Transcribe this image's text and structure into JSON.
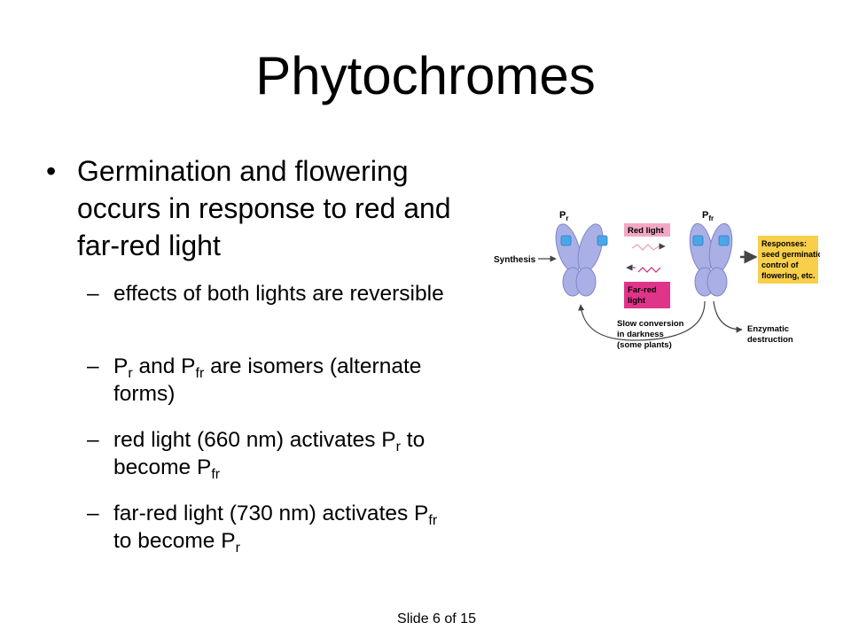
{
  "slide": {
    "title": "Phytochromes",
    "bullet": "Germination and flowering occurs in response to red and far-red light",
    "bullet_marker": "•",
    "dash": "–",
    "subbullets": [
      {
        "text": "effects of both lights are reversible"
      },
      {
        "p1": "P",
        "s1": "r",
        "t1": " and P",
        "s2": "fr",
        "t2": " are isomers (alternate forms)"
      },
      {
        "t1": "red light (660 nm) activates P",
        "s1": "r",
        "t2": " to become P",
        "s2": "fr"
      },
      {
        "t1": "far-red light (730 nm) activates P",
        "s1": "fr",
        "t2": " to become P",
        "s2": "r"
      }
    ],
    "footer": "Slide 6 of 15"
  },
  "diagram": {
    "pr_label": "P",
    "pr_sub": "r",
    "pfr_label": "P",
    "pfr_sub": "fr",
    "synthesis": "Synthesis",
    "red_light": "Red light",
    "far_red_1": "Far-red",
    "far_red_2": "light",
    "responses": [
      "Responses:",
      "seed germination,",
      "control of",
      "flowering, etc."
    ],
    "slow": [
      "Slow conversion",
      "in darkness",
      "(some plants)"
    ],
    "enzymatic": [
      "Enzymatic",
      "destruction"
    ],
    "colors": {
      "protein": "#aab0e6",
      "protein_stroke": "#7f86c8",
      "chromophore": "#4aa6e8",
      "red_box": "#f2a7c4",
      "farred_box": "#e0348a",
      "responses_box": "#f8cf4a",
      "arrow": "#444444"
    }
  }
}
